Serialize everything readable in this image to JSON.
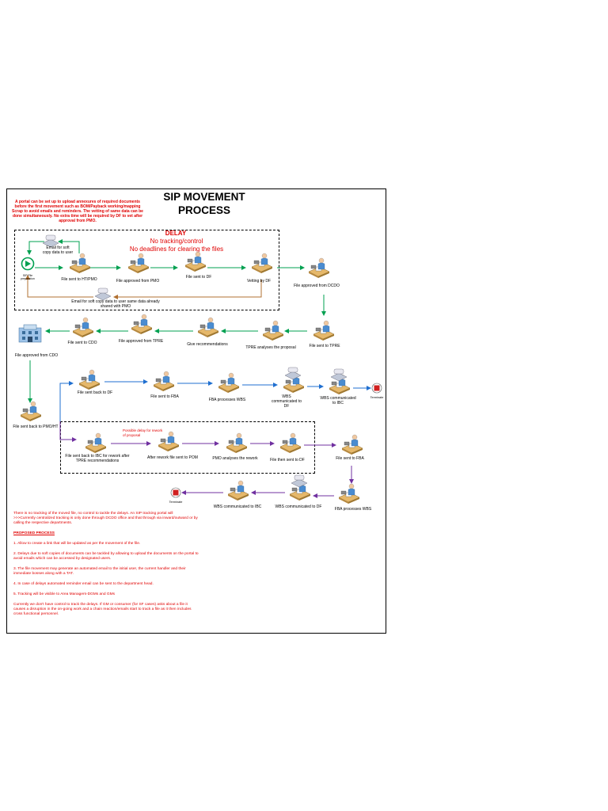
{
  "title_line1": "SIP MOVEMENT",
  "title_line2": "PROCESS",
  "portal_note": "A portal can be set up to upload annexures of required documents before the first movement such as BOM/Payback working/mapping Scrap to avoid emails and reminders. The vetting of same data can be done simultaneously. No extra time will be required by DF to vet after approval from PMO.",
  "delay": {
    "title": "DELAY",
    "line1": "No tracking/control",
    "line2": "No deadlines  for clearing the files"
  },
  "labels": {
    "sip_file_prep": "SIP File preparation",
    "email_soft_copy_top": "Email for soft copy data to user",
    "file_sent_ht_pmo": "File sent to HT/PMO",
    "file_approved_pmo": "File approved from PMO",
    "file_sent_df_1": "File sent to DF",
    "vetting_by_df": "Vetting by DF",
    "email_soft_copy_bottom": "Email for soft copy data to user same data already shared with PMO",
    "file_approved_dcdo": "File approved from DCDO",
    "file_sent_tpre": "File sent to TPRE",
    "tpre_analyses": "TPRE analyses the proposal",
    "give_recommendations": "Give recommendations",
    "file_approved_tpre": "File approved from TPRE",
    "file_sent_cdo": "File sent to CDO",
    "file_approved_cdo": "File approved from CDO",
    "file_sent_back_pmo_ht": "File sent back to PMO/HT",
    "file_sent_back_df": "File sent back to DF",
    "file_sent_fba_1": "File sent to FBA",
    "fba_processes_wbs_1": "FBA  processes WBS",
    "wbs_comm_df_1": "WBS communicated to DF",
    "wbs_comm_ibc_1": "WBS communicated to IBC",
    "terminate_1": "Terminate",
    "file_sent_back_ibc": "File sent back to IBC for rework after TPRE recommendations",
    "after_rework_pom": "After rework file sent to POM",
    "pmo_analyses_rework": "PMO analyses the rework",
    "file_then_sent_df": "File then sent to DF",
    "file_sent_fba_2": "File sent to FBA",
    "fba_processes_wbs_2": "FBA  processes WBS",
    "wbs_comm_df_2": "WBS communicated to DF",
    "wbs_comm_ibc_2": "WBS communicated to IBC",
    "terminate_2": "Terminate"
  },
  "rework_note": "Possible delay for rework of proposal",
  "notes": {
    "intro": "There is no tracking of the moved file, no control to tackle the delays. An SIP tracking portal will",
    "intro2": ">>>Currently centralized tracking is only done through DCDO office and that through via inward/outward or by calling the respective departments.",
    "proposed_header": "PROPOSED PROCESS",
    "p1": "1. Allow to create a link that will be updated as per the movement of the file.",
    "p2": "2. Delays due to soft copies of documents can be tackled by allowing to upload the documents on the portal to avoid emails which can be accessed by designated users.",
    "p3": "3. The file movement may generate an automated email to the initial user, the current handler and their immediate bosses along with a TAT.",
    "p4": "4. In case of delays automated reminder email can be sent to the department head.",
    "p5": "5. Tracking will be visible to Area Managers-DGMs and GMs",
    "p6": "Currently we don't have control to track the delays. If GM or consumer (for SF cases) asks about a file it causes a disruption in the on-going work and a chain reaction/emails start to track a file as it then includes cross functional personnel."
  },
  "colors": {
    "green_arrow": "#00a050",
    "blue_arrow": "#1f6fd0",
    "purple_arrow": "#7030a0",
    "brown_arrow": "#b07030",
    "red_text": "#e00000"
  }
}
